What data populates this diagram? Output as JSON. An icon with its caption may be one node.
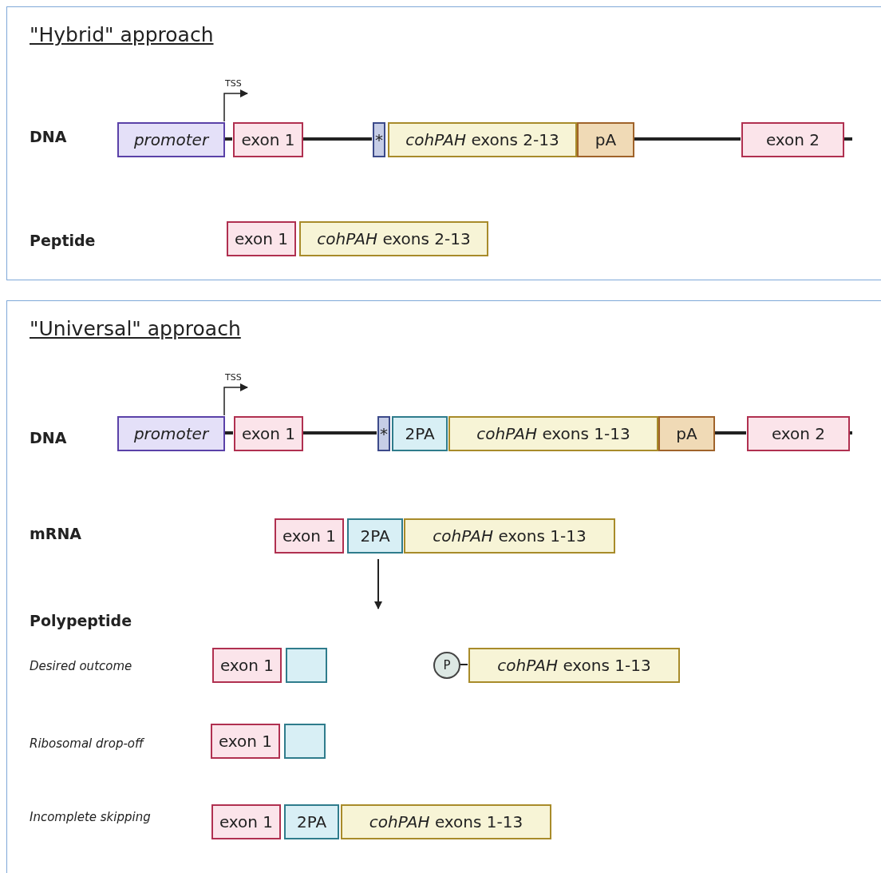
{
  "diagram": {
    "nodes": [
      {
        "text": [
          "\"Hybrid\" approach"
        ]
      },
      {
        "text": [
          "promoter"
        ],
        "in": 0
      },
      {
        "text": [
          "exon 1"
        ],
        "in": 0
      },
      {
        "text": [
          "*"
        ],
        "in": 0
      },
      {
        "text": [
          "*cohPAH* exons 2-13"
        ],
        "in": 0
      },
      {
        "text": [
          "pA"
        ],
        "in": 0
      },
      {
        "text": [
          "exon 2"
        ],
        "in": 0
      },
      {
        "text": [
          "exon 1"
        ],
        "in": 0
      },
      {
        "text": [
          "*cohPAH* exons 2-13"
        ],
        "in": 0
      },
      {
        "text": [
          "\"Universal\" approach"
        ]
      },
      {
        "text": [
          "promoter"
        ],
        "in": 9
      },
      {
        "text": [
          "exon 1"
        ],
        "in": 9
      },
      {
        "text": [
          "*"
        ],
        "in": 9
      },
      {
        "text": [
          "2PA"
        ],
        "in": 9
      },
      {
        "text": [
          "*cohPAH* exons 1-13"
        ],
        "in": 9
      },
      {
        "text": [
          "pA"
        ],
        "in": 9
      },
      {
        "text": [
          "exon 2"
        ],
        "in": 9
      },
      {
        "text": [
          "exon 1"
        ],
        "in": 9
      },
      {
        "text": [
          "2PA"
        ],
        "in": 9
      },
      {
        "text": [
          "*cohPAH* exons 1-13"
        ],
        "in": 9
      },
      {
        "text": [
          "exon 1"
        ],
        "in": 9
      },
      {
        "text": [],
        "shape": "box",
        "in": 9
      },
      {
        "text": [
          "P"
        ],
        "in": 9
      },
      {
        "text": [
          "*cohPAH* exons 1-13"
        ],
        "in": 9
      },
      {
        "text": [
          "exon 1"
        ],
        "in": 9
      },
      {
        "text": [],
        "shape": "box",
        "in": 9
      },
      {
        "text": [
          "exon 1"
        ],
        "in": 9
      },
      {
        "text": [
          "2PA"
        ],
        "in": 9
      },
      {
        "text": [
          "*cohPAH* exons 1-13"
        ],
        "in": 9
      }
    ],
    "edges": [
      {
        "from": 1,
        "to": 2,
        "arrow": "none"
      },
      {
        "from": 2,
        "to": 3,
        "arrow": "none"
      },
      {
        "from": 5,
        "to": 6,
        "arrow": "none"
      },
      {
        "from": 6,
        "to": null,
        "arrow": "none"
      },
      {
        "from": 10,
        "to": 11,
        "arrow": "none"
      },
      {
        "from": 11,
        "to": 12,
        "arrow": "none"
      },
      {
        "from": 15,
        "to": 16,
        "arrow": "none"
      },
      {
        "from": 16,
        "to": null,
        "arrow": "none"
      },
      {
        "from": 18,
        "to": null,
        "arrow": "to"
      },
      {
        "from": 22,
        "to": 23,
        "arrow": "none"
      }
    ],
    "labels": [
      "TSS",
      "DNA",
      "Peptide",
      "TSS",
      "DNA",
      "mRNA",
      "Polypeptide",
      "Desired outcome",
      "Ribosomal drop-off",
      "Incomplete skipping"
    ]
  }
}
